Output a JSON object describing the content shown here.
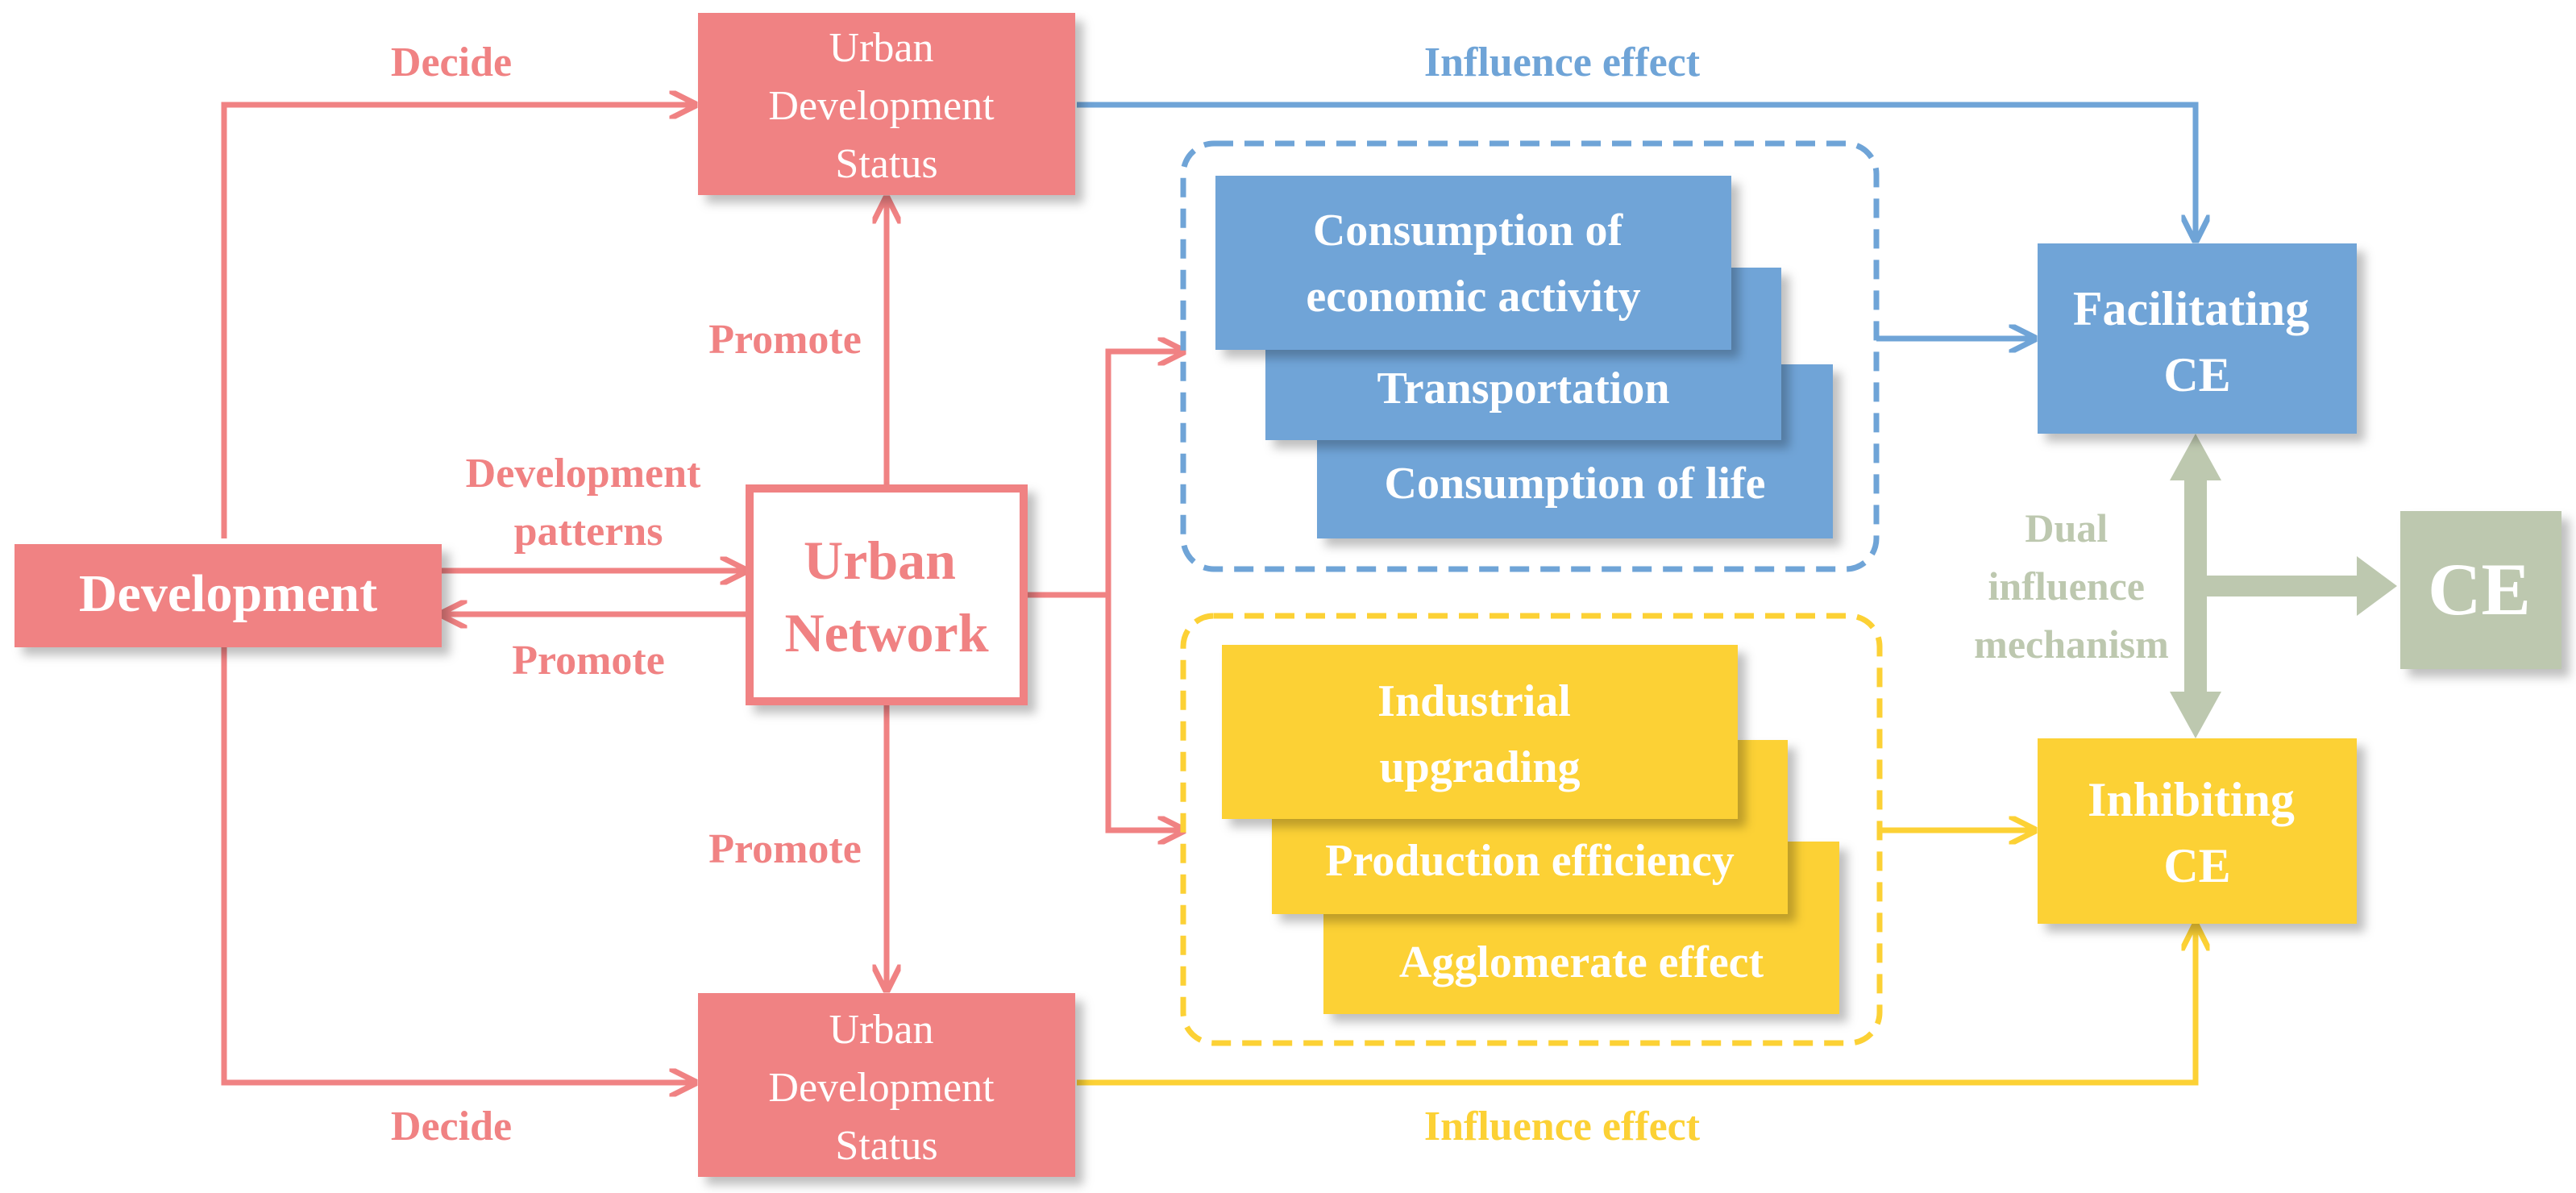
{
  "colors": {
    "pink": "#F08283",
    "pink_text": "#F08283",
    "blue": "#6FA4D7",
    "blue_text": "#6FA4D7",
    "yellow": "#FCD135",
    "yellow_text": "#FCD135",
    "green": "#BDC8AF",
    "box_text": "#ffffff"
  },
  "nodes": {
    "development": "Development",
    "urban_network": [
      "Urban",
      "Network"
    ],
    "status_top": [
      "Urban",
      "Development",
      "Status"
    ],
    "status_bottom": [
      "Urban",
      "Development",
      "Status"
    ],
    "consumption_economic": [
      "Consumption of",
      "economic activity"
    ],
    "transportation": "Transportation",
    "consumption_life": "Consumption of life",
    "industrial_upgrading": [
      "Industrial",
      "upgrading"
    ],
    "production_efficiency": "Production efficiency",
    "agglomerate_effect": "Agglomerate effect",
    "facilitating": [
      "Facilitating",
      "CE"
    ],
    "inhibiting": [
      "Inhibiting",
      "CE"
    ],
    "ce": "CE"
  },
  "labels": {
    "decide_top": "Decide",
    "decide_bottom": "Decide",
    "influence_top": "Influence effect",
    "influence_bottom": "Influence effect",
    "promote_up": "Promote",
    "promote_down": "Promote",
    "promote_left": "Promote",
    "development_patterns": [
      "Development",
      "patterns"
    ],
    "dual_mechanism": [
      "Dual",
      "influence",
      "mechanism"
    ]
  }
}
